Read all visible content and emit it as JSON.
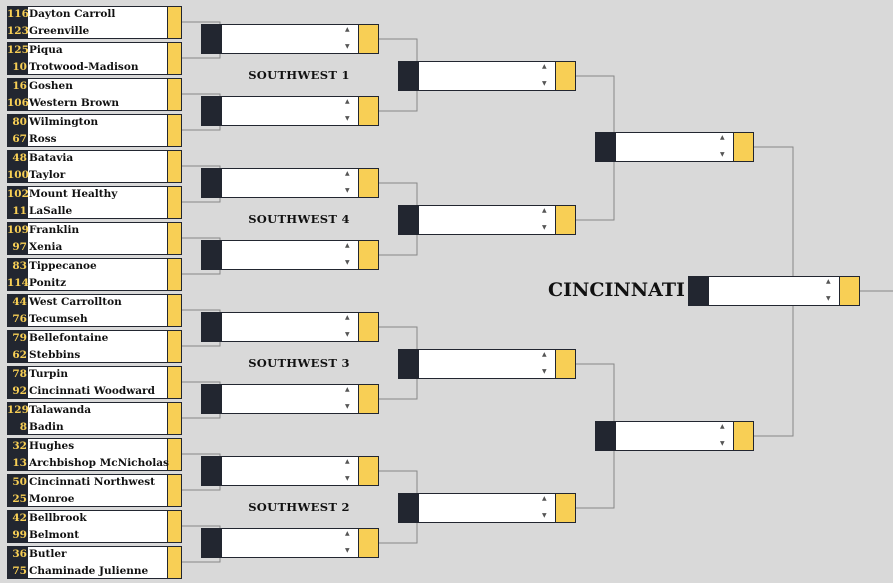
{
  "colors": {
    "background": "#d9d9d9",
    "dark": "#222630",
    "gold": "#f8cf55",
    "line": "#888888"
  },
  "teams": [
    {
      "seed_a": "116",
      "team_a": "Dayton Carroll",
      "seed_b": "123",
      "team_b": "Greenville"
    },
    {
      "seed_a": "125",
      "team_a": "Piqua",
      "seed_b": "10",
      "team_b": "Trotwood-Madison"
    },
    {
      "seed_a": "16",
      "team_a": "Goshen",
      "seed_b": "106",
      "team_b": "Western Brown"
    },
    {
      "seed_a": "80",
      "team_a": "Wilmington",
      "seed_b": "67",
      "team_b": "Ross"
    },
    {
      "seed_a": "48",
      "team_a": "Batavia",
      "seed_b": "100",
      "team_b": "Taylor"
    },
    {
      "seed_a": "102",
      "team_a": "Mount Healthy",
      "seed_b": "11",
      "team_b": "LaSalle"
    },
    {
      "seed_a": "109",
      "team_a": "Franklin",
      "seed_b": "97",
      "team_b": "Xenia"
    },
    {
      "seed_a": "83",
      "team_a": "Tippecanoe",
      "seed_b": "114",
      "team_b": "Ponitz"
    },
    {
      "seed_a": "44",
      "team_a": "West Carrollton",
      "seed_b": "76",
      "team_b": "Tecumseh"
    },
    {
      "seed_a": "79",
      "team_a": "Bellefontaine",
      "seed_b": "62",
      "team_b": "Stebbins"
    },
    {
      "seed_a": "78",
      "team_a": "Turpin",
      "seed_b": "92",
      "team_b": "Cincinnati Woodward"
    },
    {
      "seed_a": "129",
      "team_a": "Talawanda",
      "seed_b": "8",
      "team_b": "Badin"
    },
    {
      "seed_a": "32",
      "team_a": "Hughes",
      "seed_b": "13",
      "team_b": "Archbishop McNicholas"
    },
    {
      "seed_a": "50",
      "team_a": "Cincinnati Northwest",
      "seed_b": "25",
      "team_b": "Monroe"
    },
    {
      "seed_a": "42",
      "team_a": "Bellbrook",
      "seed_b": "99",
      "team_b": "Belmont"
    },
    {
      "seed_a": "36",
      "team_a": "Butler",
      "seed_b": "75",
      "team_b": "Chaminade Julienne"
    }
  ],
  "regions": [
    "SOUTHWEST 1",
    "SOUTHWEST 4",
    "SOUTHWEST 3",
    "SOUTHWEST 2"
  ],
  "champion_label": "CINCINNATI",
  "dropdown_glyphs": {
    "up": "▲",
    "down": "▼"
  }
}
